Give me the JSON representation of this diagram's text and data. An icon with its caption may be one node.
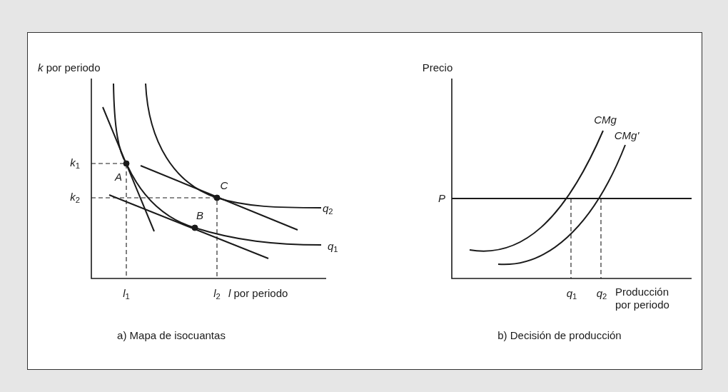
{
  "diagram": {
    "labels": [
      "*k* por periodo",
      "Precio",
      "CMg",
      "CMg'",
      "*k*$_{1}$",
      "A",
      "*k*$_{2}$",
      "C",
      "*q*$_{2}$",
      "P",
      "B",
      "*q*$_{1}$",
      "*l*$_{1}$",
      "*l*$_{2}$",
      "*l* por periodo",
      "*q*$_{1}$",
      "*q*$_{2}$",
      "Producción por periodo",
      "a) Mapa de isocuantas",
      "b) Decisión de producción"
    ]
  }
}
